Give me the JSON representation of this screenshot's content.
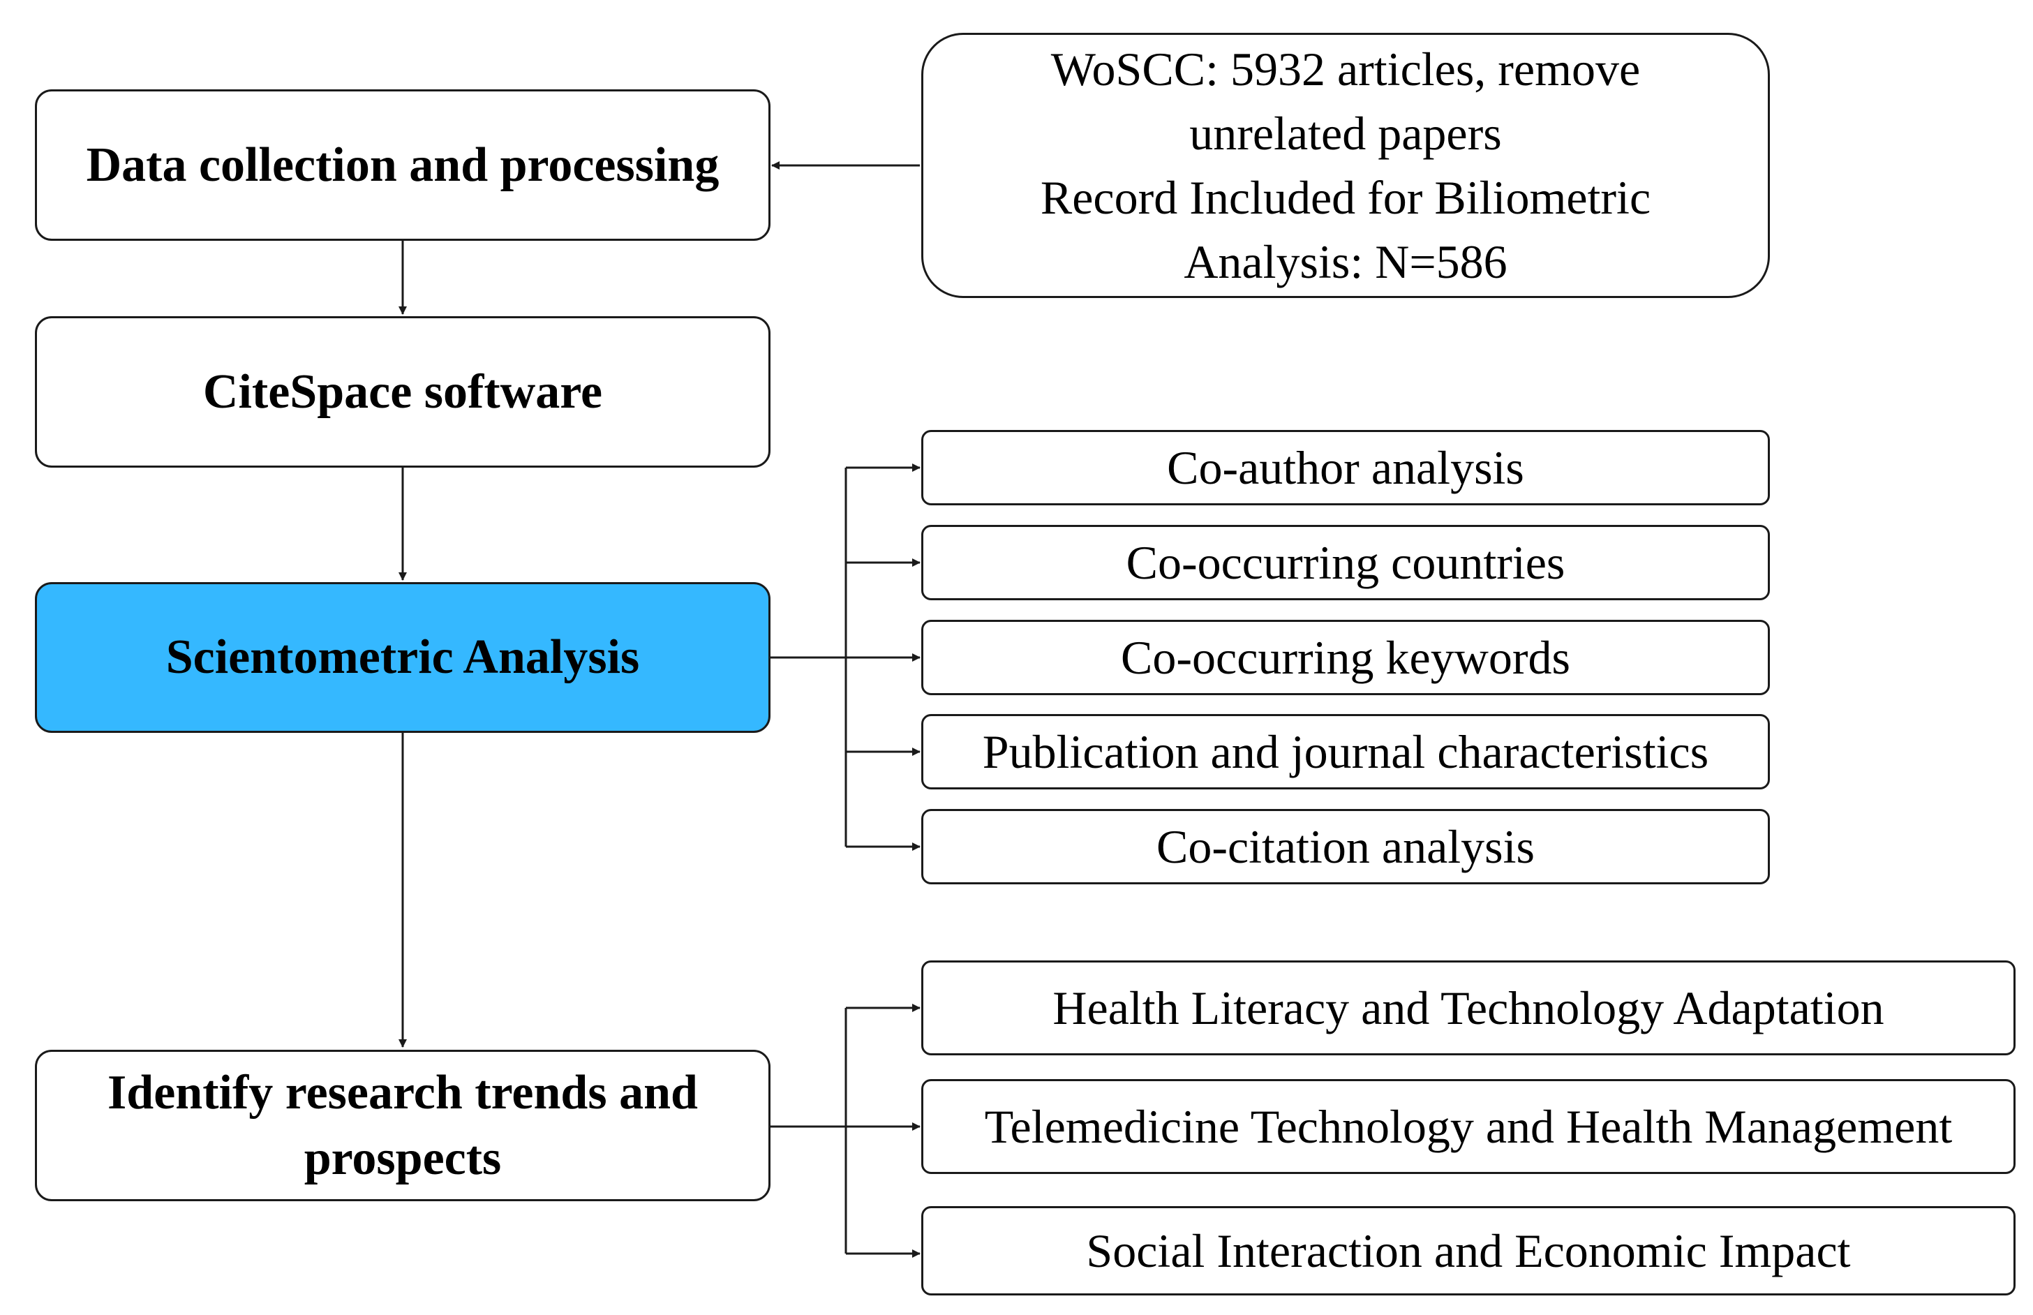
{
  "accent_color": "#35b8ff",
  "stroke_color": "#1a1a1a",
  "left_column": {
    "data_collection": "Data collection and processing",
    "citespace": "CiteSpace software",
    "scientometric": "Scientometric Analysis",
    "identify_trends": "Identify research trends and prospects"
  },
  "source_box": {
    "line1": "WoSCC: 5932 articles, remove",
    "line2": "unrelated papers",
    "line3": "Record Included for Biliometric",
    "line4": "Analysis: N=586"
  },
  "analyses": [
    "Co-author analysis",
    "Co-occurring countries",
    "Co-occurring keywords",
    "Publication and journal characteristics",
    "Co-citation analysis"
  ],
  "trends": [
    "Health Literacy and Technology Adaptation",
    "Telemedicine Technology and Health Management",
    "Social Interaction and Economic Impact"
  ]
}
